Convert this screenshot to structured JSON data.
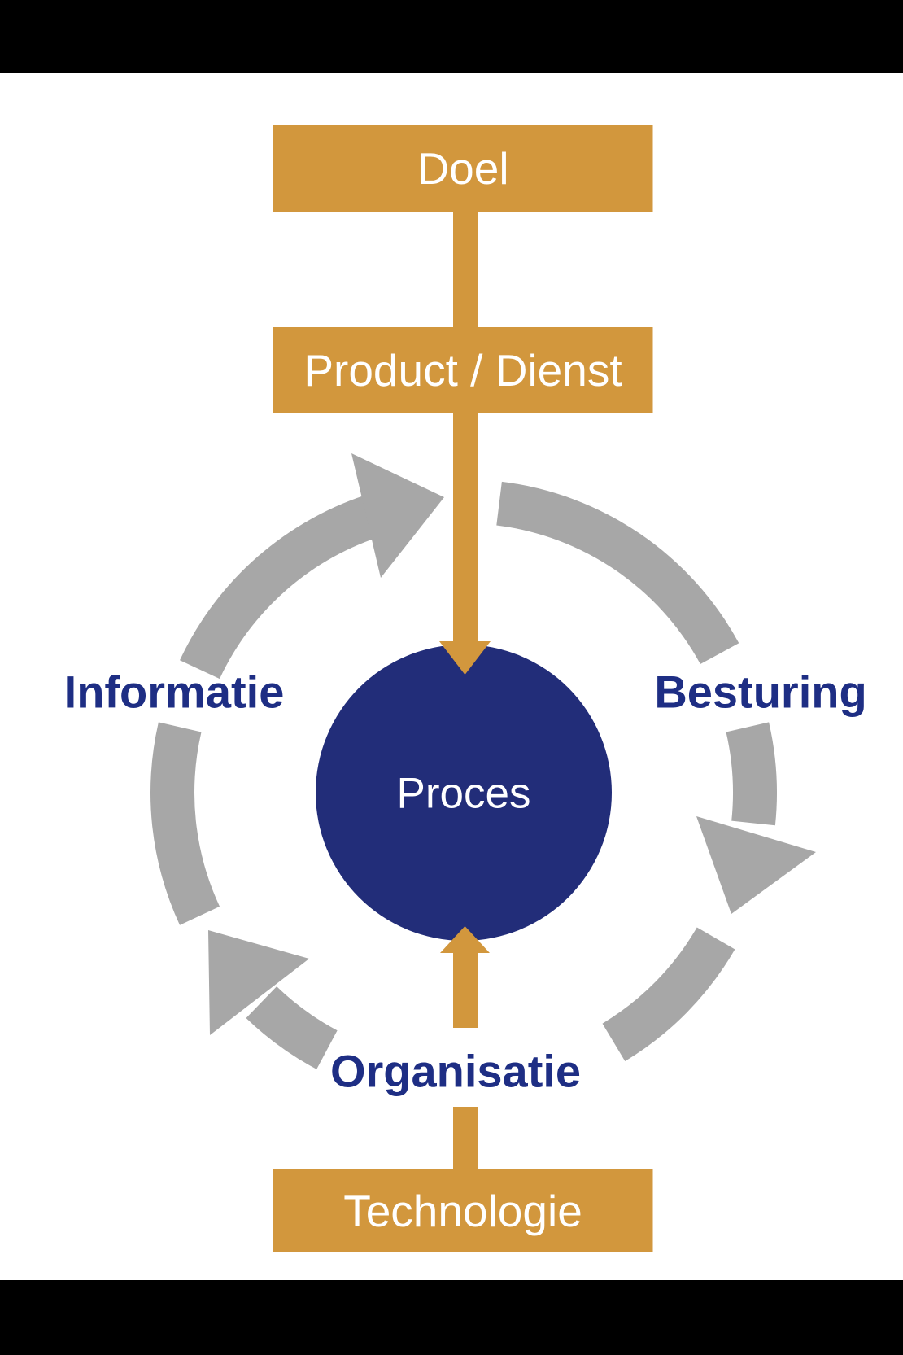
{
  "colors": {
    "orange": "#D2973D",
    "navy": "#222D79",
    "label_blue": "#1E2E84",
    "gray": "#A7A7A7",
    "black": "#000000",
    "white": "#FFFFFF"
  },
  "flow": {
    "doel": "Doel",
    "product_dienst": "Product / Dienst",
    "proces": "Proces",
    "technologie": "Technologie"
  },
  "cycle": {
    "left_label": "Informatie",
    "right_label": "Besturing",
    "bottom_label": "Organisatie"
  }
}
